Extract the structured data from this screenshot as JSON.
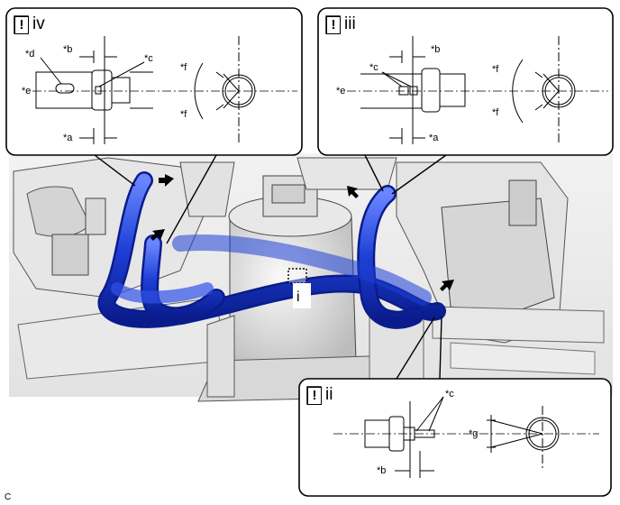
{
  "callouts": {
    "iv": {
      "roman": "iv",
      "labels": {
        "d": "*d",
        "b": "*b",
        "c": "*c",
        "e": "*e",
        "f1": "*f",
        "f2": "*f",
        "a": "*a"
      }
    },
    "iii": {
      "roman": "iii",
      "labels": {
        "b": "*b",
        "c": "*c",
        "e": "*e",
        "f1": "*f",
        "f2": "*f",
        "a": "*a"
      }
    },
    "ii": {
      "roman": "ii",
      "labels": {
        "c": "*c",
        "g": "*g",
        "b": "*b"
      }
    }
  },
  "marker_i": "i",
  "excl_symbol": "!",
  "figure_code": "C",
  "colors": {
    "hose": "#1e3fd6",
    "hose_dark": "#0a1c8c",
    "hose_light": "#6a86ff",
    "engine": "#dcdcdc",
    "outline": "#000000"
  }
}
